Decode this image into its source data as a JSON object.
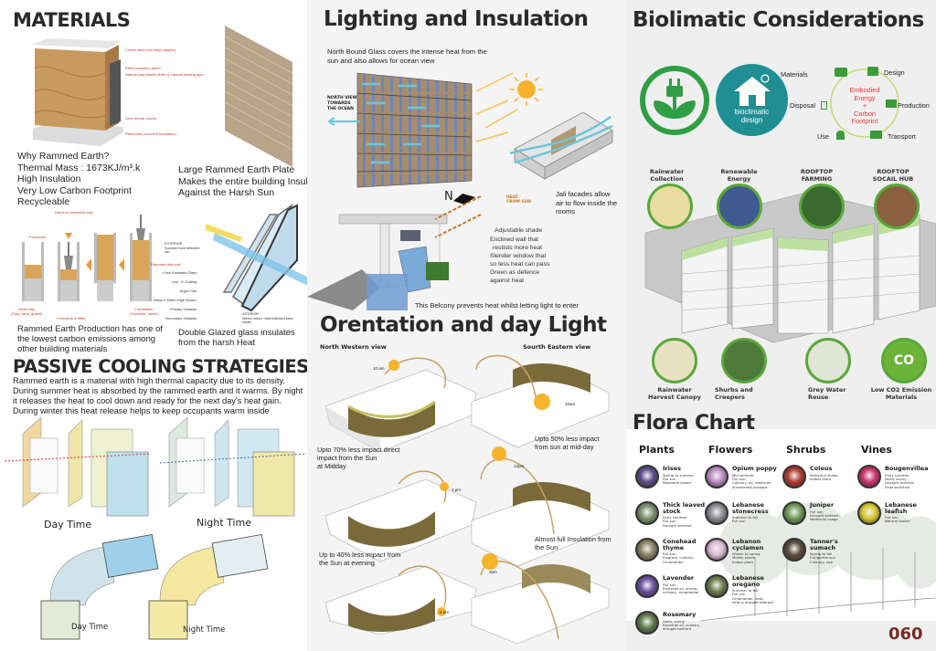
{
  "materials": {
    "title": "MATERIALS",
    "wall_callouts": [
      "Corten steel roof edge capping",
      "Reed insulation panel",
      "Natural clay plaster finish & internal heating pipe",
      "Lime mortar course",
      "Reinforced concrete foundation"
    ],
    "why_lines": [
      "Why Rammed Earth?",
      "Thermal Mass :  1673KJ/m³.k",
      "High Insulation",
      "Very Low Carbon Footprint",
      "Recycleable"
    ],
    "plate_lines": [
      "Large Rammed Earth Plate",
      "Makes the entire building Insulated",
      "Against the Harsh Sun"
    ],
    "production_labels": {
      "rams": "Rams to compress clay",
      "formwork": "Formwork",
      "moist": "Moist clay",
      "moist_sub": "(Clay, sand, gravel)",
      "lifted": "Formwork is lifted",
      "foundation": "Foundation",
      "foundation_sub": "(Concrete, stone)",
      "wall": "Rammed clay wall"
    },
    "production_text": [
      "Rammed Earth Production has one  of",
      "the lowest carbon emissions among",
      "other building materials"
    ],
    "glass_labels": {
      "exterior": "EXTERIOR",
      "exterior_sub": "Summer heat reflected out",
      "interior": "INTERIOR",
      "interior_sub": "Winter indoor heat reflected back inside",
      "layers": [
        "4 mm Annealed Glass",
        "Low - E Coating",
        "Argon Gas",
        "Swiss V Warm edge Spacer",
        "Primary Sealants",
        "Secondary Sealants"
      ]
    },
    "glass_text": [
      "Double Glazed glass insulates",
      "from the harsh Heat"
    ]
  },
  "passive": {
    "title": "PASSIVE COOLING STRATEGIES",
    "paragraph": "Rammed earth is a material with high thermal capacity due to its density. During summer heat is absorbed by the rammed earth and it warms. By night it releases the heat to cool down and ready for the next day's heat gain. During winter this heat release helps to keep occupants warm inside",
    "day_label": "Day Time",
    "night_label": "Night Time",
    "plan_day_label": "Day Time",
    "plan_night_label": "Night Time"
  },
  "lighting": {
    "title": "Lighting and Insulation",
    "glass_text": [
      "North Bound Glass covers the intense heat from the",
      "sun and also allows for ocean view"
    ],
    "north_view": [
      "NORTH VIEW",
      "TOWARDS",
      "THE OCEAN"
    ],
    "north_symbol": "N",
    "heat_label": [
      "HEAT",
      "FROM SUN"
    ],
    "jali_text": [
      "Jali facades allow",
      "air to flow inside the",
      "rooms"
    ],
    "balcony_callouts": [
      "Adjustable shade",
      "Enclined wall that",
      "restists more heat",
      "Slender window that",
      "so less heat can pass",
      "Green as defence",
      "against heat"
    ],
    "balcony_caption": "This Belcony prevents heat whilst  letting light to enter"
  },
  "orientation": {
    "title": "Orentation and day Light",
    "nw_label": "North Western view",
    "se_label": "Sourth Eastern view",
    "times": [
      "10 am",
      "10am",
      "12pm",
      "3 pm",
      "3pm",
      "6 pm"
    ],
    "notes": {
      "nw_mid": [
        "Upto 70% less impact direct",
        "impact from the Sun",
        "at Midday"
      ],
      "se_mid": [
        "Upto 50% less impact",
        "from sun at mid-day"
      ],
      "nw_eve": [
        "Up to 40% less impact from",
        "the Sun at evening"
      ],
      "se_eve": [
        "Almost full Insulation from",
        "the Sun"
      ]
    }
  },
  "bio": {
    "title": "Biolimatic Considerations",
    "badge_text": [
      "bioclimatic",
      "design"
    ],
    "cycle_center": [
      "Embodied",
      "Energy",
      "+",
      "Carbon",
      "Footprint"
    ],
    "cycle_steps": [
      "Materials",
      "Design",
      "Production",
      "Transport",
      "Use",
      "Disposal"
    ],
    "top_features": [
      {
        "label": [
          "Rainwater",
          "Collection"
        ]
      },
      {
        "label": [
          "Renewable",
          "Energy"
        ]
      },
      {
        "label": [
          "ROOFTOP",
          "FARMING"
        ]
      },
      {
        "label": [
          "ROOFTOP",
          "SOCAIL HUB"
        ]
      }
    ],
    "bottom_features": [
      {
        "label": [
          "Rainwater",
          "Harvest Canopy"
        ]
      },
      {
        "label": [
          "Shurbs and",
          "Creepers"
        ]
      },
      {
        "label": [
          "Grey Water",
          "Reuse"
        ]
      },
      {
        "label": [
          "Low CO2 Emission",
          "Materials"
        ]
      }
    ],
    "co2": "CO",
    "accent": "#5aa83a",
    "teal": "#1f8f93",
    "red": "#e03a3a"
  },
  "flora": {
    "title": "Flora Chart",
    "columns": [
      {
        "heading": "Plants",
        "items": [
          {
            "name": "Irises",
            "desc": [
              "Spring to summer",
              "Full sun",
              "Repeated bloom"
            ],
            "color": "#5a4a8a"
          },
          {
            "name": "Thick leaved stock",
            "desc": [
              "Early summer",
              "Full sun",
              "Drought tolerant"
            ],
            "color": "#7b8f6a"
          },
          {
            "name": "Conehead thyme",
            "desc": [
              "Full sun",
              "Fragrant, culinary,",
              "Ornamental"
            ],
            "color": "#8a8064"
          },
          {
            "name": "Lavender",
            "desc": [
              "Full sun",
              "Essential oil, aroma,",
              "culinary, ornamental"
            ],
            "color": "#6a4fa0"
          },
          {
            "name": "Rosemary",
            "desc": [
              "Open, sunny",
              "Essential oil, culinary,",
              "drought tolerant"
            ],
            "color": "#5d7a4a"
          }
        ]
      },
      {
        "heading": "Flowers",
        "items": [
          {
            "name": "Opium poppy",
            "desc": [
              "Mid summer",
              "Full sun",
              "Culinary, oil, medicine",
              "ornamental purpose"
            ],
            "color": "#b98ac0"
          },
          {
            "name": "Lebanese stonecress",
            "desc": [
              "Summer to fall",
              "Full sun"
            ],
            "color": "#8c8890"
          },
          {
            "name": "Lebanon cyclamen",
            "desc": [
              "Winter to spring",
              "Mostly shade",
              "Indoor plant"
            ],
            "color": "#d8b8d0"
          },
          {
            "name": "Lebanese oregano",
            "desc": [
              "Summer to fall",
              "Full sun",
              "Ornamental, herb,",
              "heat & drought tolerant"
            ],
            "color": "#6c7a4a"
          }
        ]
      },
      {
        "heading": "Shrubs",
        "items": [
          {
            "name": "Coleus",
            "desc": [
              "Partly/full shade",
              "Indoor plant"
            ],
            "color": "#b0382e"
          },
          {
            "name": "Juniper",
            "desc": [
              "Full sun",
              "Drought tolerant,",
              "Medicinal usage"
            ],
            "color": "#6f9a56"
          },
          {
            "name": "Tanner's sumach",
            "desc": [
              "Spring to fall",
              "Full/partial sun",
              "Culinary, dye"
            ],
            "color": "#5b4a3a"
          }
        ]
      },
      {
        "heading": "Vines",
        "items": [
          {
            "name": "Bougenvillea",
            "desc": [
              "Early summer",
              "Partly sunny",
              "Drought tolerant,",
              "Frost sensitive"
            ],
            "color": "#cc2f6a"
          },
          {
            "name": "Lebanese leafish",
            "desc": [
              "Full sun",
              "Natural foolish"
            ],
            "color": "#d8c82a"
          }
        ]
      }
    ]
  },
  "page_number": "060",
  "colors": {
    "page_number": "#7a2a25",
    "sun": "#f5b02e",
    "airflow": "#6cc6d8"
  }
}
